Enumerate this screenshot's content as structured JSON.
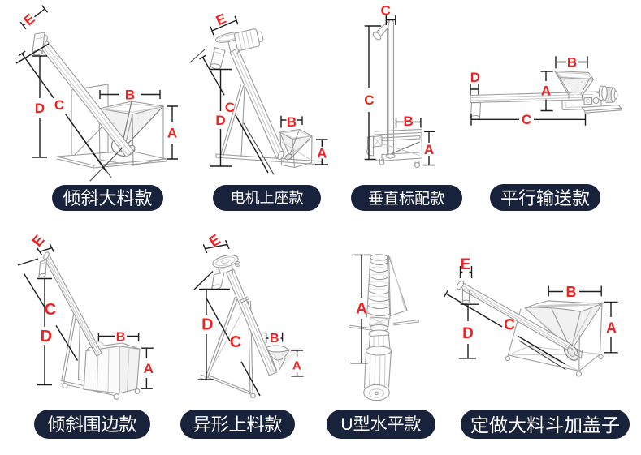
{
  "page": {
    "background": "#ffffff",
    "description": "eight screw conveyor model variants line-drawing catalog"
  },
  "colors": {
    "label_pill_bg": "#19223B",
    "label_text": "#ffffff",
    "dimension_letter": "#ee2222",
    "dimension_line": "#1c1c1c",
    "sketch_line": "#9b9b9b"
  },
  "panels": [
    {
      "id": "inclined-large-hopper",
      "label": "倾斜大料款",
      "dims": [
        "E",
        "D",
        "C",
        "B",
        "A"
      ]
    },
    {
      "id": "motor-on-top",
      "label": "电机上座款",
      "dims": [
        "E",
        "D",
        "C",
        "B",
        "A"
      ]
    },
    {
      "id": "vertical-standard",
      "label": "垂直标配款",
      "dims": [
        "C",
        "C",
        "B",
        "A"
      ]
    },
    {
      "id": "parallel-conveying",
      "label": "平行输送款",
      "dims": [
        "B",
        "A",
        "D",
        "C"
      ]
    },
    {
      "id": "inclined-edge",
      "label": "倾斜围边款",
      "dims": [
        "E",
        "C",
        "D",
        "B",
        "A"
      ]
    },
    {
      "id": "special-shape-feeding",
      "label": "异形上料款",
      "dims": [
        "E",
        "D",
        "C",
        "B",
        "A"
      ]
    },
    {
      "id": "u-type-horizontal",
      "label": "U型水平款",
      "dims": [
        "A"
      ]
    },
    {
      "id": "custom-hopper-lid",
      "label": "定做大料斗加盖子",
      "dims": [
        "E",
        "D",
        "C",
        "B",
        "A"
      ]
    }
  ]
}
